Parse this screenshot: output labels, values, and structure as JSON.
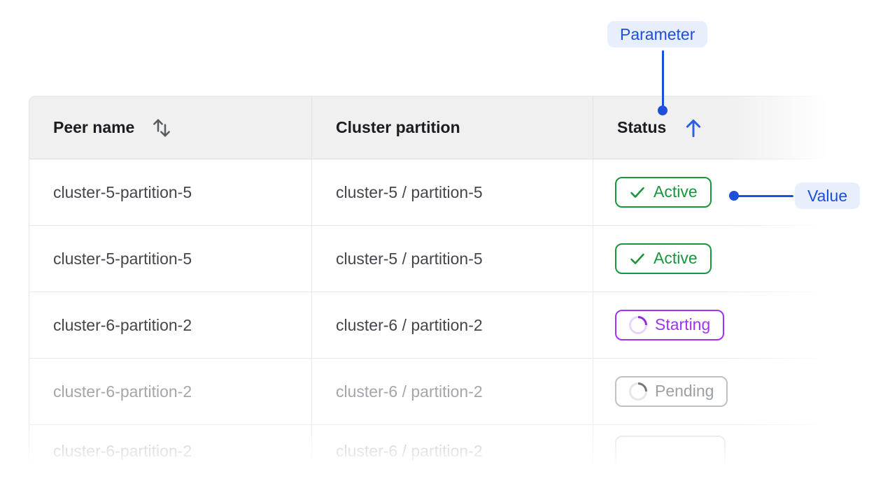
{
  "annotations": {
    "parameter": {
      "label": "Parameter"
    },
    "value": {
      "label": "Value"
    },
    "accent_color": "#1d4fd8",
    "pill_background": "#e8effc"
  },
  "table": {
    "columns": [
      {
        "label": "Peer name",
        "sort": "sortable-both"
      },
      {
        "label": "Cluster partition",
        "sort": "none"
      },
      {
        "label": "Status",
        "sort": "ascending"
      }
    ],
    "rows": [
      {
        "peer_name": "cluster-5-partition-5",
        "cluster_partition": "cluster-5 / partition-5",
        "status": {
          "label": "Active",
          "kind": "active"
        }
      },
      {
        "peer_name": "cluster-5-partition-5",
        "cluster_partition": "cluster-5 / partition-5",
        "status": {
          "label": "Active",
          "kind": "active"
        }
      },
      {
        "peer_name": "cluster-6-partition-2",
        "cluster_partition": "cluster-6 / partition-2",
        "status": {
          "label": "Starting",
          "kind": "starting"
        }
      },
      {
        "peer_name": "cluster-6-partition-2",
        "cluster_partition": "cluster-6 / partition-2",
        "status": {
          "label": "Pending",
          "kind": "pending"
        }
      },
      {
        "peer_name": "cluster-6-partition-2",
        "cluster_partition": "cluster-6 / partition-2",
        "status": {
          "label": "",
          "kind": "ghost"
        }
      }
    ],
    "status_colors": {
      "active": "#18963b",
      "starting": "#a432f2",
      "pending": "#9aa0a6"
    }
  }
}
